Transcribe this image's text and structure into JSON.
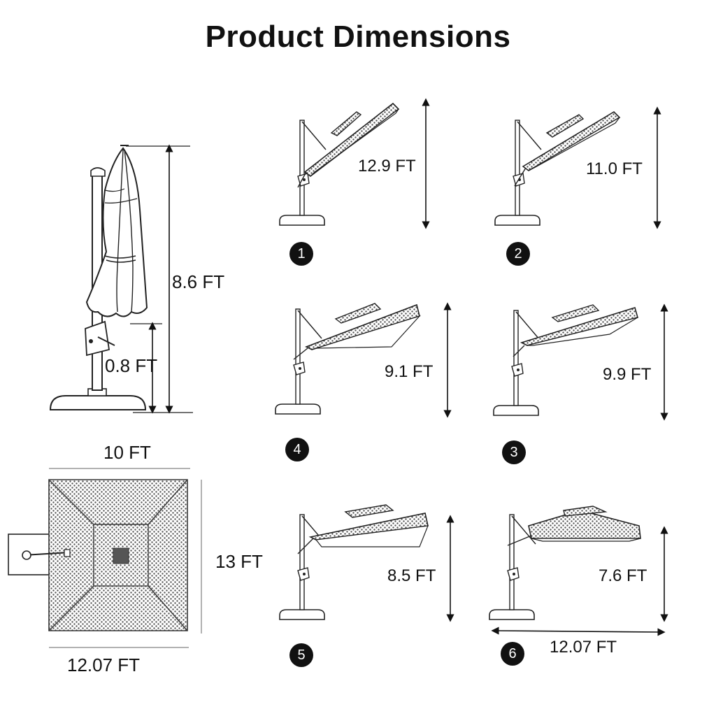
{
  "title": "Product Dimensions",
  "closed": {
    "total_height": "8.6 FT",
    "crank_height": "0.8 FT"
  },
  "top_view": {
    "width": "10 FT",
    "depth": "13 FT",
    "diagonal": "12.07 FT"
  },
  "positions": [
    {
      "number": "1",
      "height": "12.9 FT"
    },
    {
      "number": "2",
      "height": "11.0 FT"
    },
    {
      "number": "3",
      "height": "9.9 FT"
    },
    {
      "number": "4",
      "height": "9.1 FT"
    },
    {
      "number": "5",
      "height": "8.5 FT"
    },
    {
      "number": "6",
      "height": "7.6 FT"
    }
  ],
  "span": "12.07 FT"
}
